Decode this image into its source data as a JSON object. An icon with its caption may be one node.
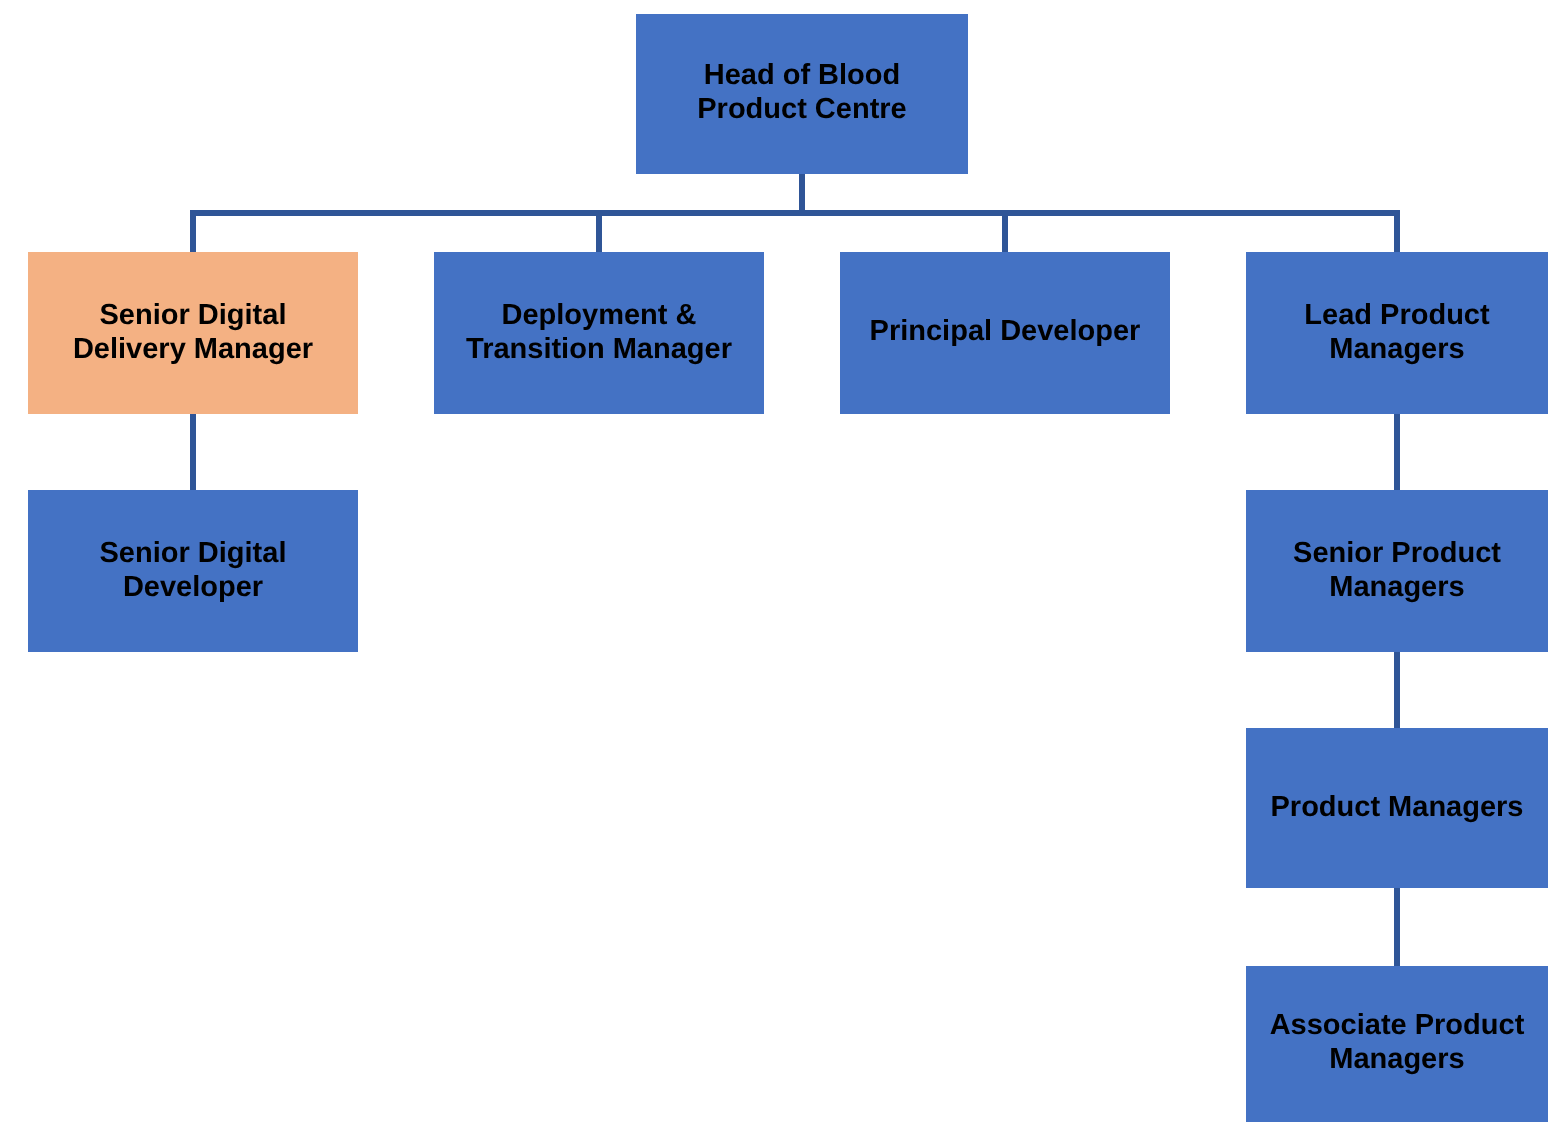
{
  "diagram": {
    "nodes": [
      {
        "text": [
          "Head of Blood Product Centre"
        ]
      },
      {
        "text": [
          "Senior Digital Delivery Manager"
        ]
      },
      {
        "text": [
          "Deployment & Transition Manager"
        ]
      },
      {
        "text": [
          "Principal Developer"
        ]
      },
      {
        "text": [
          "Lead Product Managers"
        ]
      },
      {
        "text": [
          "Senior Digital Developer"
        ]
      },
      {
        "text": [
          "Senior Product Managers"
        ]
      },
      {
        "text": [
          "Product Managers"
        ]
      },
      {
        "text": [
          "Associate Product Managers"
        ]
      }
    ],
    "edges": [
      {
        "from": 0,
        "to": 1,
        "arrow": "none"
      },
      {
        "from": 0,
        "to": 2,
        "arrow": "none"
      },
      {
        "from": 0,
        "to": 3,
        "arrow": "none"
      },
      {
        "from": 0,
        "to": 4,
        "arrow": "none"
      },
      {
        "from": 1,
        "to": 5,
        "arrow": "none"
      },
      {
        "from": 4,
        "to": 6,
        "arrow": "none"
      },
      {
        "from": 6,
        "to": 7,
        "arrow": "none"
      },
      {
        "from": 7,
        "to": 8,
        "arrow": "none"
      }
    ]
  }
}
